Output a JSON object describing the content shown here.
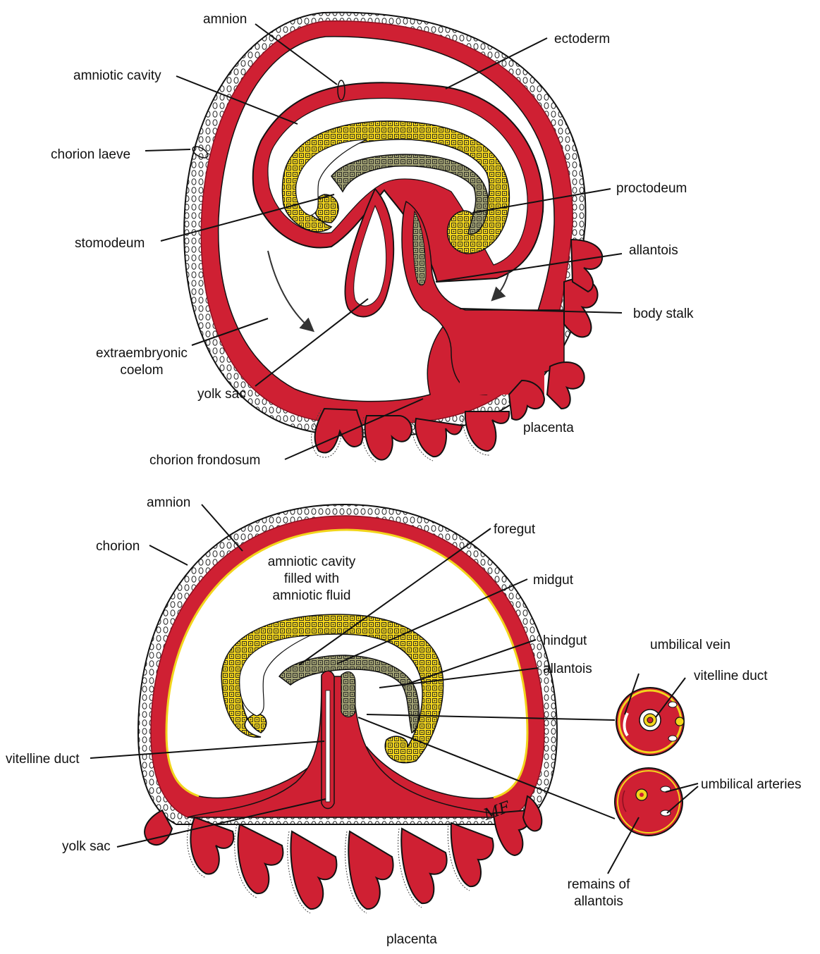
{
  "colors": {
    "mesoderm_red": "#cf2033",
    "dark_red": "#9e1424",
    "endoderm_yellow": "#f2d51c",
    "gut_olive": "#9a9a6a",
    "line": "#111111",
    "cell_outline": "#222222"
  },
  "top_diagram": {
    "labels": {
      "amnion": "amnion",
      "ectoderm": "ectoderm",
      "amniotic_cavity": "amniotic cavity",
      "chorion_laeve": "chorion laeve",
      "proctodeum": "proctodeum",
      "stomodeum": "stomodeum",
      "allantois": "allantois",
      "body_stalk": "body stalk",
      "extraembryonic_coelom_1": "extraembryonic",
      "extraembryonic_coelom_2": "coelom",
      "yolk_sac": "yolk sac",
      "placenta": "placenta",
      "chorion_frondosum": "chorion frondosum"
    }
  },
  "bottom_diagram": {
    "labels": {
      "amnion": "amnion",
      "chorion": "chorion",
      "amniotic_cavity_1": "amniotic cavity",
      "amniotic_cavity_2": "filled with",
      "amniotic_cavity_3": "amniotic fluid",
      "foregut": "foregut",
      "midgut": "midgut",
      "hindgut": "hindgut",
      "allantois": "allantois",
      "umbilical_vein": "umbilical vein",
      "vitelline_duct_right": "vitelline duct",
      "vitelline_duct_left": "vitelline duct",
      "umbilical_arteries": "umbilical arteries",
      "yolk_sac": "yolk sac",
      "remains_of_allantois_1": "remains of",
      "remains_of_allantois_2": "allantois",
      "placenta": "placenta"
    },
    "signature": "MF"
  }
}
